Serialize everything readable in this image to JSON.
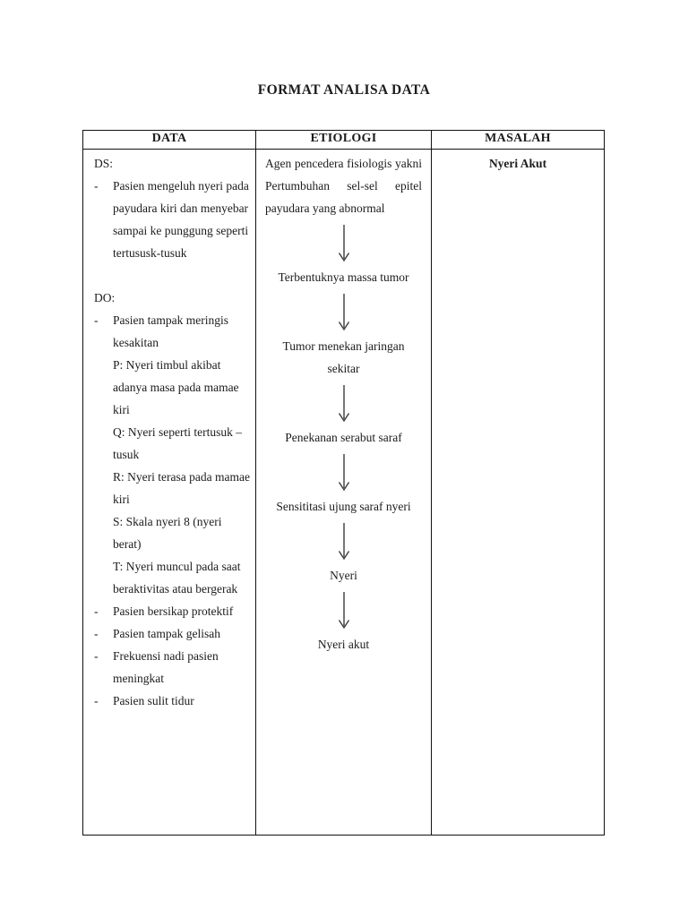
{
  "page": {
    "title": "FORMAT ANALISA DATA"
  },
  "table": {
    "headers": [
      "DATA",
      "ETIOLOGI",
      "MASALAH"
    ],
    "data_column": {
      "ds_label": "DS:",
      "ds_items": [
        {
          "bullet": "-",
          "text": "Pasien mengeluh nyeri pada payudara kiri dan menyebar sampai ke punggung seperti tertususk-tusuk"
        }
      ],
      "do_label": "DO:",
      "do_items": [
        {
          "bullet": "-",
          "text": "Pasien tampak meringis kesakitan"
        },
        {
          "bullet": "",
          "text": "P: Nyeri timbul akibat adanya masa pada mamae kiri"
        },
        {
          "bullet": "",
          "text": "Q: Nyeri seperti tertusuk – tusuk"
        },
        {
          "bullet": "",
          "text": "R: Nyeri terasa pada mamae kiri"
        },
        {
          "bullet": "",
          "text": "S: Skala nyeri 8 (nyeri berat)"
        },
        {
          "bullet": "",
          "text": "T: Nyeri muncul pada saat beraktivitas atau bergerak"
        },
        {
          "bullet": "-",
          "text": "Pasien bersikap protektif"
        },
        {
          "bullet": "-",
          "text": "Pasien tampak gelisah"
        },
        {
          "bullet": "-",
          "text": "Frekuensi nadi pasien meningkat"
        },
        {
          "bullet": "-",
          "text": "Pasien sulit tidur"
        }
      ]
    },
    "etiologi_column": {
      "paragraph": "Agen pencedera fisiologis yakni Pertumbuhan sel-sel epitel payudara yang abnormal",
      "steps": [
        "Terbentuknya massa tumor",
        "Tumor menekan jaringan sekitar",
        "Penekanan serabut saraf",
        "Sensititasi ujung saraf nyeri",
        "Nyeri",
        "Nyeri akut"
      ]
    },
    "masalah_column": {
      "value": "Nyeri Akut"
    }
  },
  "icons": {
    "down_arrow": "↓"
  },
  "colors": {
    "text": "#1c1c1c",
    "border": "#111111",
    "background": "#ffffff"
  }
}
